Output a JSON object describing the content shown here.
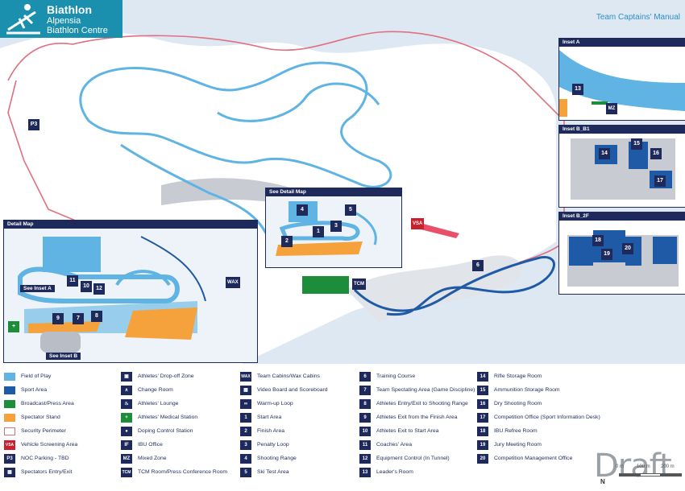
{
  "header": {
    "title": "Biathlon",
    "venue_line1": "Alpensia",
    "venue_line2": "Biathlon Centre",
    "manual": "Team Captains' Manual"
  },
  "map": {
    "detail_map_label": "Detail Map",
    "see_detail_map": "See Detail Map",
    "see_inset_a": "See Inset A",
    "see_inset_b": "See Inset B",
    "parking_p3": "P3",
    "vsa": "VSA",
    "tcm": "TCM",
    "wax": "WAX",
    "numbers": [
      "1",
      "2",
      "3",
      "4",
      "5",
      "6",
      "7",
      "8",
      "9",
      "10",
      "11",
      "12"
    ],
    "insets": [
      {
        "title": "Inset A",
        "tags": [
          "13",
          "MZ"
        ]
      },
      {
        "title": "Inset B_B1",
        "tags": [
          "14",
          "15",
          "16",
          "17"
        ]
      },
      {
        "title": "Inset B_2F",
        "tags": [
          "18",
          "19",
          "20"
        ]
      }
    ]
  },
  "legend": {
    "colors": {
      "field": "#5fb4e3",
      "sport": "#1f5aa6",
      "broadcast": "#1d8d3a",
      "spectator": "#f5a23c",
      "perimeter": "#e07080",
      "vsa": "#c8202f",
      "navy": "#1f2a5c"
    },
    "col1": [
      {
        "swatch": "field",
        "label": "Field of Play"
      },
      {
        "swatch": "sport",
        "label": "Sport Area"
      },
      {
        "swatch": "broadcast",
        "label": "Broadcast/Press Area"
      },
      {
        "swatch": "spectator",
        "label": "Spectator Stand"
      },
      {
        "swatch": "perimeter",
        "label": "Security Perimeter"
      },
      {
        "icon": "VSA",
        "label": "Vehicle Screening Area"
      },
      {
        "icon": "P3",
        "label": "NOC Parking - TBD"
      },
      {
        "icon": "door-icon",
        "label": "Spectators Entry/Exit"
      }
    ],
    "col2": [
      {
        "icon": "bus-icon",
        "label": "Athletes' Drop-off Zone"
      },
      {
        "icon": "hanger-icon",
        "label": "Change Room"
      },
      {
        "icon": "lounge-icon",
        "label": "Athletes' Lounge"
      },
      {
        "icon": "medical-icon",
        "label": "Athletes' Medical Station"
      },
      {
        "icon": "doping-icon",
        "label": "Doping Control Station"
      },
      {
        "icon": "IF",
        "label": "IBU Office"
      },
      {
        "icon": "MZ",
        "label": "Mixed Zone"
      },
      {
        "icon": "TCM",
        "label": "TCM Room/Press Conference Room"
      }
    ],
    "col3": [
      {
        "icon": "WAX",
        "label": "Team Cabins/Wax Cabins"
      },
      {
        "icon": "scoreboard-icon",
        "label": "Video Board and Scoreboard"
      },
      {
        "icon": "warmup-icon",
        "label": "Warm-up Loop"
      },
      {
        "icon": "1",
        "label": "Start Area"
      },
      {
        "icon": "2",
        "label": "Finish Area"
      },
      {
        "icon": "3",
        "label": "Penalty Loop"
      },
      {
        "icon": "4",
        "label": "Shooting Range"
      },
      {
        "icon": "5",
        "label": "Ski Test Area"
      }
    ],
    "col4": [
      {
        "icon": "6",
        "label": "Training Course"
      },
      {
        "icon": "7",
        "label": "Team Spectating Area (Game Discipline)"
      },
      {
        "icon": "8",
        "label": "Athletes Entry/Exit to Shooting Range"
      },
      {
        "icon": "9",
        "label": "Athletes Exit from the Finish Area"
      },
      {
        "icon": "10",
        "label": "Athletes Exit to Start Area"
      },
      {
        "icon": "11",
        "label": "Coaches' Area"
      },
      {
        "icon": "12",
        "label": "Equipment Control (In Tunnel)"
      },
      {
        "icon": "13",
        "label": "Leader's Room"
      }
    ],
    "col5": [
      {
        "icon": "14",
        "label": "Rifle Storage Room"
      },
      {
        "icon": "15",
        "label": "Ammunition Storage Room"
      },
      {
        "icon": "16",
        "label": "Dry Shooting Room"
      },
      {
        "icon": "17",
        "label": "Competition Office (Sport Information Desk)"
      },
      {
        "icon": "18",
        "label": "IBU Refree Room"
      },
      {
        "icon": "19",
        "label": "Jury Meeting Room"
      },
      {
        "icon": "20",
        "label": "Competition Management Office"
      }
    ]
  },
  "footer": {
    "draft": "Draft",
    "north": "N",
    "scale": [
      "0 m",
      "100 m",
      "200 m"
    ]
  }
}
